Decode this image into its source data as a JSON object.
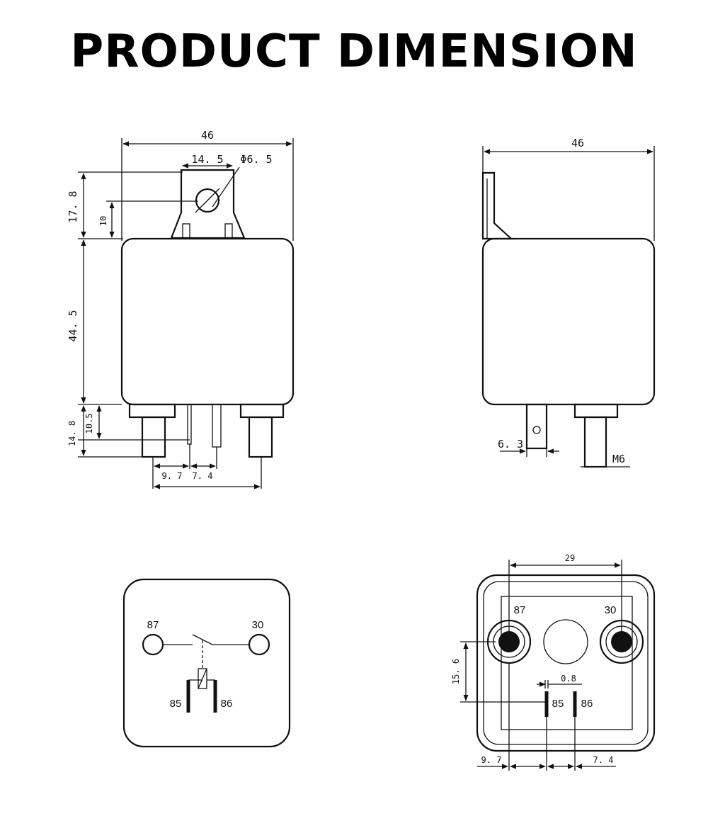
{
  "title": "PRODUCT DIMENSION",
  "front_view": {
    "width": "46",
    "tab_width": "14. 5",
    "hole_dia": "Φ6. 5",
    "tab_height": "17. 8",
    "hole_offset": "10",
    "body_height": "44. 5",
    "pin_short": "10.5",
    "pin_long": "14. 8",
    "pitch_a": "9. 7",
    "pitch_b": "7. 4"
  },
  "side_view": {
    "width": "46",
    "tab_thickness": "6. 3",
    "thread": "M6"
  },
  "schematic": {
    "terminal_87": "87",
    "terminal_30": "30",
    "terminal_85": "85",
    "terminal_86": "86"
  },
  "bottom_view": {
    "pitch": "29",
    "terminal_87": "87",
    "terminal_30": "30",
    "offset": "15. 6",
    "pin_thickness": "0.8",
    "terminal_85": "85",
    "terminal_86": "86",
    "pitch_a": "9. 7",
    "pitch_b": "7. 4"
  }
}
